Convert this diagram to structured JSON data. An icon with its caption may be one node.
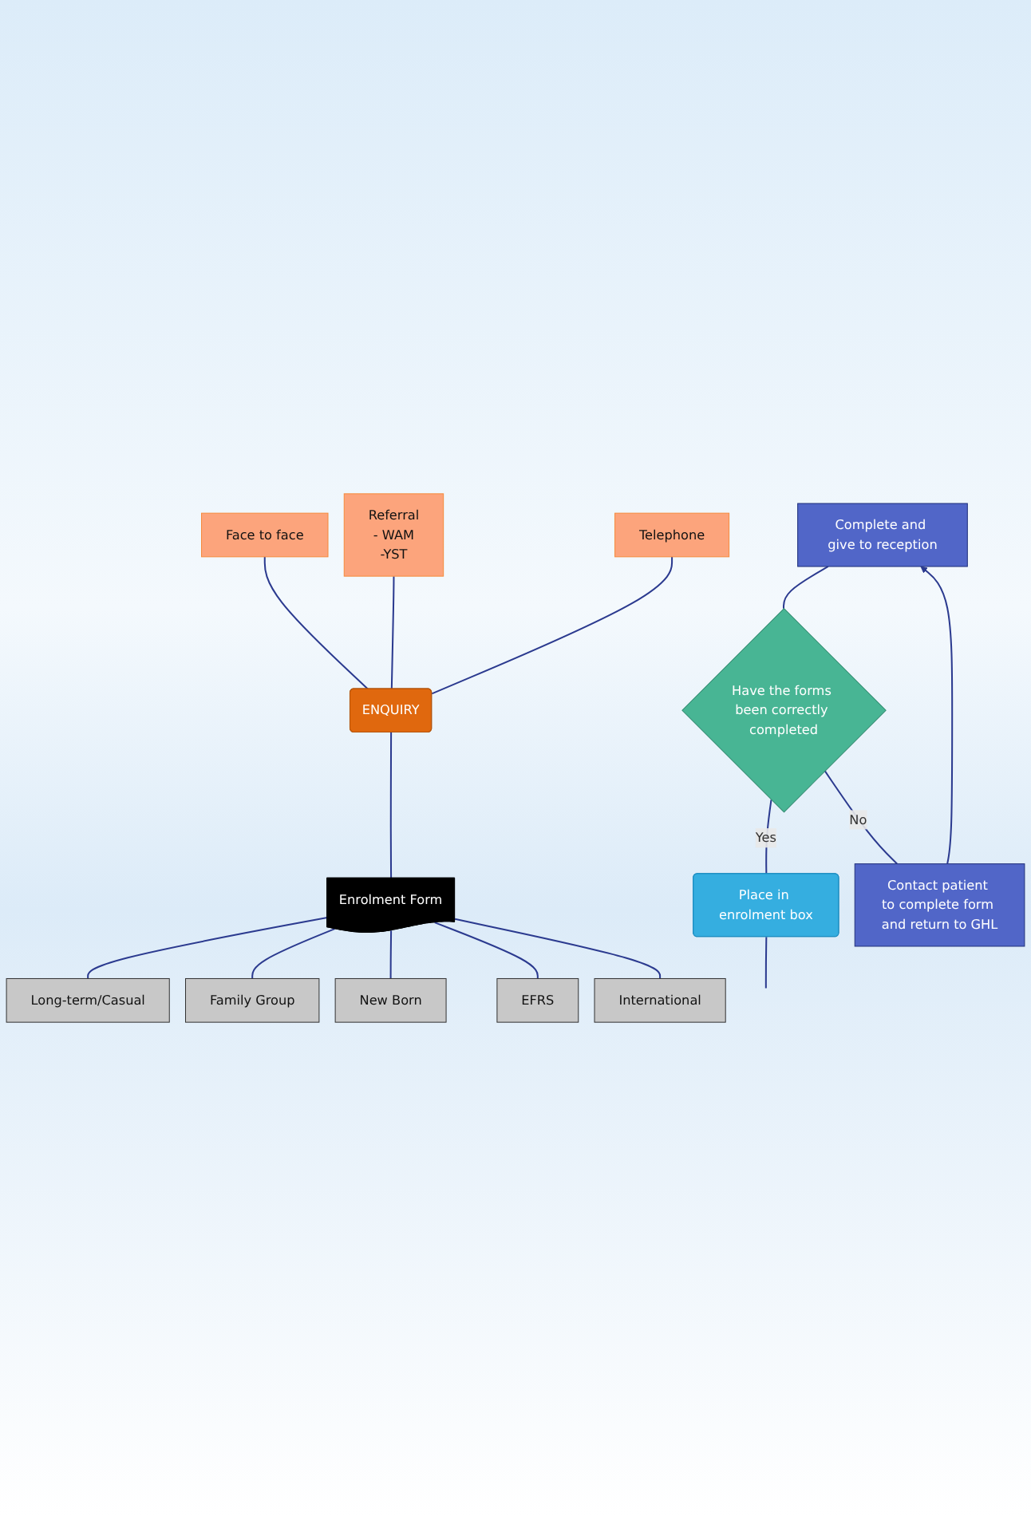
{
  "diagram": {
    "nodes": [
      {
        "text": [
          "Face to face"
        ]
      },
      {
        "text": [
          "Referral",
          "- WAM",
          "-YST"
        ]
      },
      {
        "text": [
          "Telephone"
        ]
      },
      {
        "text": [
          "ENQUIRY"
        ]
      },
      {
        "text": [
          "Enrolment Form"
        ]
      },
      {
        "text": [
          "Long-term/Casual"
        ]
      },
      {
        "text": [
          "Family Group"
        ]
      },
      {
        "text": [
          "New Born"
        ]
      },
      {
        "text": [
          "EFRS"
        ]
      },
      {
        "text": [
          "International"
        ]
      },
      {
        "text": [
          "Complete and give to reception"
        ]
      },
      {
        "text": [
          "Have the forms been correctly completed"
        ]
      },
      {
        "text": [
          "Place in enrolment box"
        ]
      },
      {
        "text": [
          "Contact patient to complete form and return to GHL"
        ]
      }
    ],
    "edges": [
      {
        "from": 0,
        "to": 3,
        "arrow": "none"
      },
      {
        "from": 1,
        "to": 3,
        "arrow": "none"
      },
      {
        "from": 2,
        "to": 3,
        "arrow": "none"
      },
      {
        "from": 3,
        "to": 4,
        "arrow": "none"
      },
      {
        "from": 4,
        "to": 5,
        "arrow": "none"
      },
      {
        "from": 4,
        "to": 6,
        "arrow": "none"
      },
      {
        "from": 4,
        "to": 7,
        "arrow": "none"
      },
      {
        "from": 4,
        "to": 8,
        "arrow": "none"
      },
      {
        "from": 4,
        "to": 9,
        "arrow": "none"
      },
      {
        "from": 10,
        "to": 11,
        "arrow": "none"
      },
      {
        "from": 11,
        "to": 12,
        "label": "Yes",
        "arrow": "none"
      },
      {
        "from": 12,
        "to": null,
        "arrow": "none"
      },
      {
        "from": 11,
        "to": 13,
        "label": "No",
        "arrow": "none"
      },
      {
        "from": 13,
        "to": 10,
        "arrow": "to"
      }
    ]
  }
}
